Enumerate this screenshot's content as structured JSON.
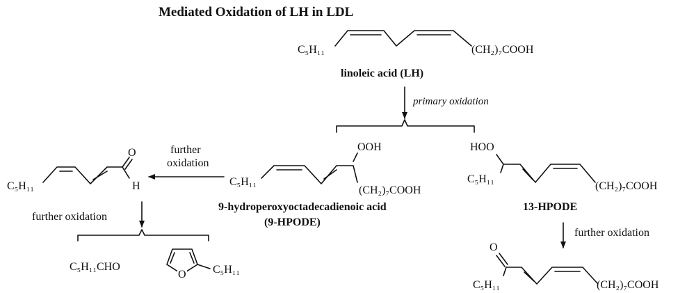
{
  "title": "Mediated Oxidation of LH in LDL",
  "molecules": {
    "linoleic_acid": {
      "left_group": "C₅H₁₁",
      "right_group": "(CH₂)₇COOH",
      "name": "linoleic acid (LH)"
    },
    "hpode_9": {
      "left_group": "C₅H₁₁",
      "top_group": "OOH",
      "right_group": "(CH₂)₇COOH",
      "name_line1": "9-hydroperoxyoctadecadienoic acid",
      "name_line2": "(9-HPODE)"
    },
    "hpode_13": {
      "top_group": "HOO",
      "left_group": "C₅H₁₁",
      "right_group": "(CH₂)₇COOH",
      "name": "13-HPODE"
    },
    "aldehyde": {
      "left_group": "C₅H₁₁",
      "oxygen": "O",
      "hydrogen": "H"
    },
    "hexanal": {
      "formula": "C₅H₁₁CHO"
    },
    "pentylfuran": {
      "oxygen": "O",
      "substituent": "C₅H₁₁"
    },
    "ketone": {
      "oxygen": "O",
      "left_group": "C₅H₁₁",
      "right_group": "(CH₂)₇COOH"
    }
  },
  "arrows": {
    "primary": "primary oxidation",
    "further_to_aldehyde_line1": "further",
    "further_to_aldehyde_line2": "oxidation",
    "further_from_aldehyde": "further oxidation",
    "further_from_13": "further oxidation"
  }
}
